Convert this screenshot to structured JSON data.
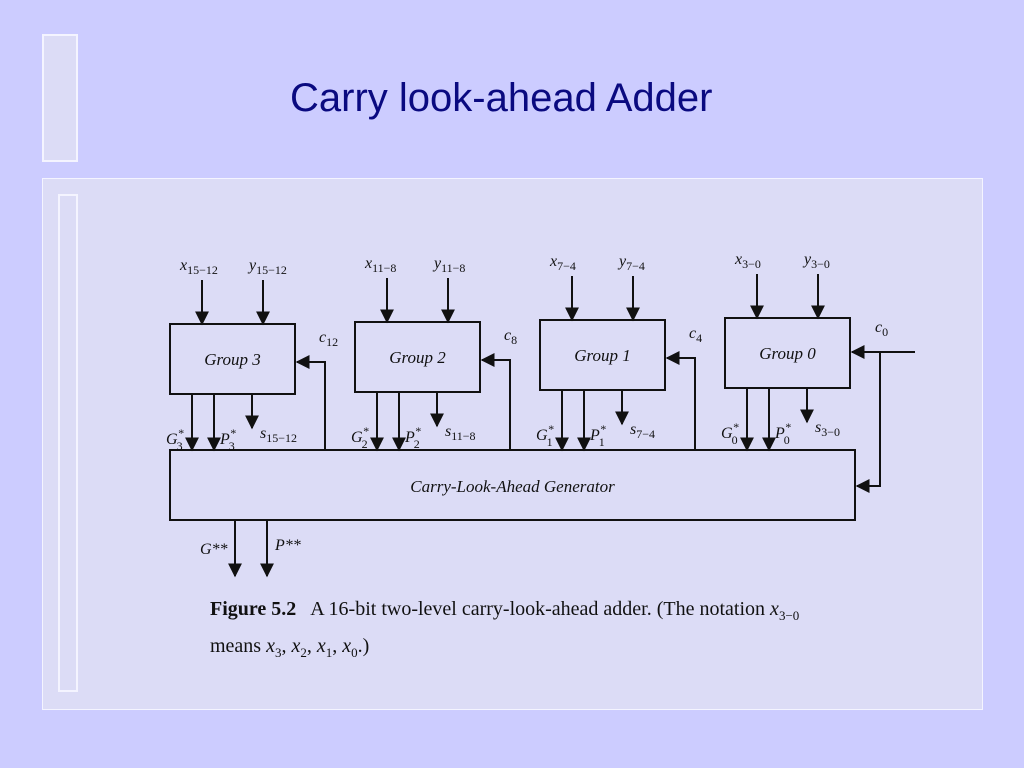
{
  "slide": {
    "title": "Carry look-ahead Adder"
  },
  "diagram": {
    "groups": [
      {
        "label": "Group 3",
        "x_in": "x",
        "x_sub": "15−12",
        "y_in": "y",
        "y_sub": "15−12",
        "carry": "c",
        "carry_sub": "12",
        "g_out": "G",
        "g_sub": "3",
        "p_out": "P",
        "p_sub": "3",
        "star": "*",
        "s_out": "s",
        "s_sub": "15−12"
      },
      {
        "label": "Group 2",
        "x_in": "x",
        "x_sub": "11−8",
        "y_in": "y",
        "y_sub": "11−8",
        "carry": "c",
        "carry_sub": "8",
        "g_out": "G",
        "g_sub": "2",
        "p_out": "P",
        "p_sub": "2",
        "star": "*",
        "s_out": "s",
        "s_sub": "11−8"
      },
      {
        "label": "Group 1",
        "x_in": "x",
        "x_sub": "7−4",
        "y_in": "y",
        "y_sub": "7−4",
        "carry": "c",
        "carry_sub": "4",
        "g_out": "G",
        "g_sub": "1",
        "p_out": "P",
        "p_sub": "1",
        "star": "*",
        "s_out": "s",
        "s_sub": "7−4"
      },
      {
        "label": "Group 0",
        "x_in": "x",
        "x_sub": "3−0",
        "y_in": "y",
        "y_sub": "3−0",
        "carry": "c",
        "carry_sub": "0",
        "g_out": "G",
        "g_sub": "0",
        "p_out": "P",
        "p_sub": "0",
        "star": "*",
        "s_out": "s",
        "s_sub": "3−0"
      }
    ],
    "generator_label": "Carry-Look-Ahead Generator",
    "outputs": {
      "g": "G**",
      "p": "P**"
    }
  },
  "caption": {
    "figure_label": "Figure 5.2",
    "text": "A 16-bit two-level carry-look-ahead adder. (The notation",
    "notation_var": "x",
    "notation_sub": "3−0",
    "line2_prefix": "means",
    "line2_vars": [
      {
        "v": "x",
        "sub": "3"
      },
      {
        "v": "x",
        "sub": "2"
      },
      {
        "v": "x",
        "sub": "1"
      },
      {
        "v": "x",
        "sub": "0"
      }
    ],
    "line2_suffix": ".)"
  }
}
